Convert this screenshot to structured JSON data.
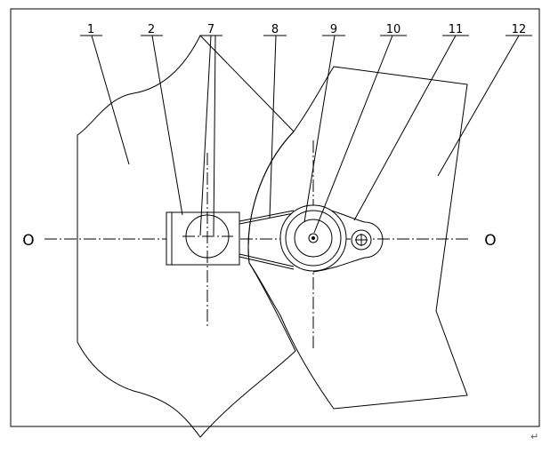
{
  "labels": {
    "l1": "1",
    "l2": "2",
    "l7": "7",
    "l8": "8",
    "l9": "9",
    "l10": "10",
    "l11": "11",
    "l12": "12"
  },
  "axis": {
    "left": "O",
    "right": "O"
  },
  "return_mark": "↵"
}
